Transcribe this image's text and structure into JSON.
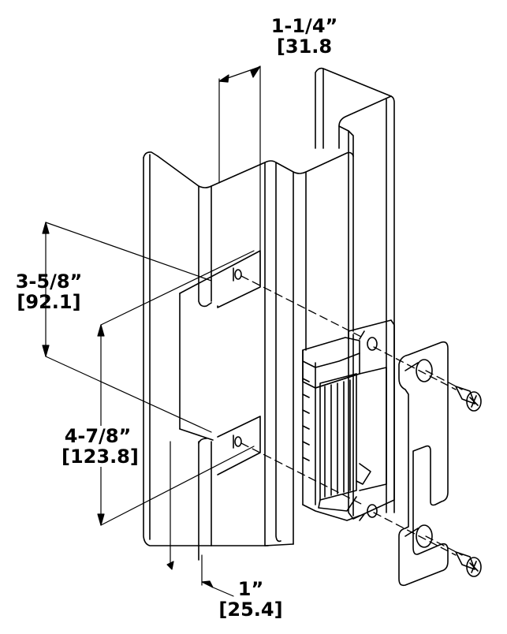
{
  "dimensions": {
    "top_width": {
      "imperial": "1-1/4”",
      "metric": "[31.8"
    },
    "upper_height": {
      "imperial": "3-5/8”",
      "metric": "[92.1]"
    },
    "lower_height": {
      "imperial": "4-7/8”",
      "metric": "[123.8]"
    },
    "bottom_width": {
      "imperial": "1”",
      "metric": "[25.4]"
    }
  }
}
